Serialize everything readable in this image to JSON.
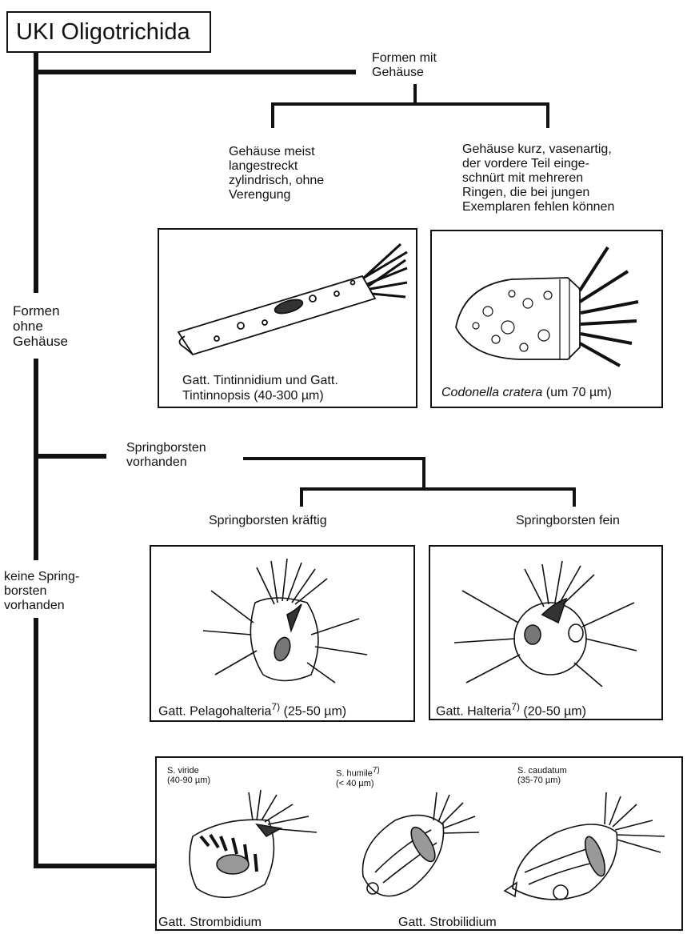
{
  "title": "UKI Oligotrichida",
  "branches": {
    "with_case": [
      "Formen mit",
      "Gehäuse"
    ],
    "without_case": [
      "Formen",
      "ohne",
      "Gehäuse"
    ],
    "bristles": [
      "Springborsten",
      "vorhanden"
    ],
    "no_bristles": [
      "keine Spring-",
      "borsten",
      "vorhanden"
    ]
  },
  "case_types": {
    "elongated": [
      "Gehäuse meist",
      "langestreckt",
      "zylindrisch, ohne",
      "Verengung"
    ],
    "vase": [
      "Gehäuse kurz, vasenartig,",
      "der vordere Teil einge-",
      "schnürt mit mehreren",
      "Ringen, die bei jungen",
      "Exemplaren fehlen können"
    ]
  },
  "bristle_types": {
    "strong": "Springborsten kräftig",
    "fine": "Springborsten fein"
  },
  "boxes": {
    "tintinnidium": [
      "Gatt. Tintinnidium und Gatt.",
      "Tintinnopsis (40-300 µm)"
    ],
    "codonella": {
      "species": "Codonella cratera",
      "size": "(um 70 µm)"
    },
    "pelagohalteria": {
      "genus": "Gatt. Pelagohalteria",
      "note": "7)",
      "size": "(25-50 µm)"
    },
    "halteria": {
      "genus": "Gatt. Halteria",
      "note": "7)",
      "size": "(20-50 µm)"
    },
    "strobilids": {
      "s_viride": [
        "S. viride",
        "(40-90 µm)"
      ],
      "s_humile": {
        "name": "S. humile",
        "note": "7)",
        "size": "(< 40 µm)"
      },
      "s_caudatum": [
        "S. caudatum",
        "(35-70 µm)"
      ],
      "genus_strombidium": "Gatt. Strombidium",
      "genus_strobilidium": "Gatt. Strobilidium"
    }
  }
}
